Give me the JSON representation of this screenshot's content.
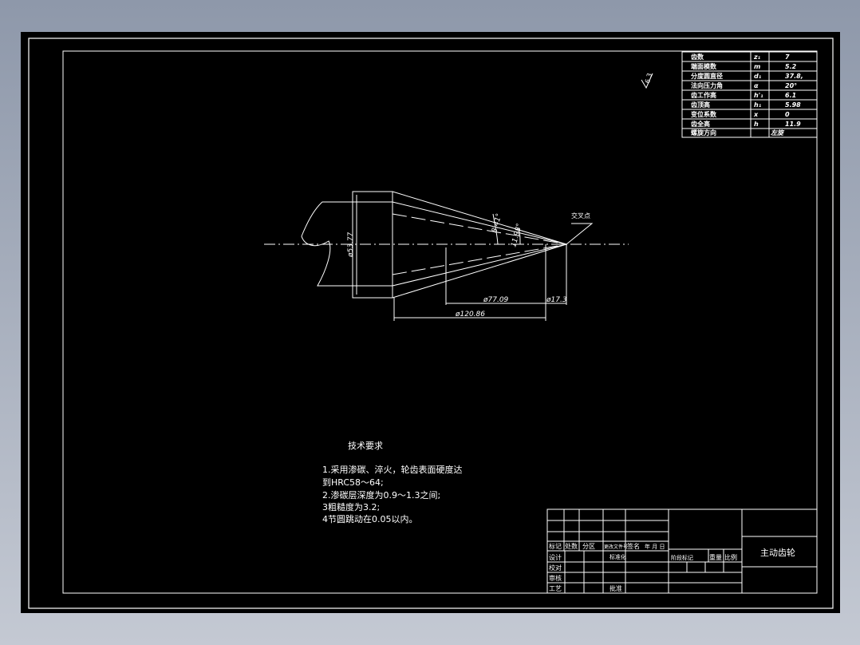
{
  "colors": {
    "background": "#000000",
    "lines": "#ffffff"
  },
  "param_table": {
    "rows": [
      {
        "name": "齿数",
        "symbol": "z₁",
        "value": "7"
      },
      {
        "name": "端面模数",
        "symbol": "m",
        "value": "5.2"
      },
      {
        "name": "分度圆直径",
        "symbol": "d₁",
        "value": "37.8,"
      },
      {
        "name": "法向压力角",
        "symbol": "α",
        "value": "20°"
      },
      {
        "name": "齿工作高",
        "symbol": "h'₁",
        "value": "6.1"
      },
      {
        "name": "齿顶高",
        "symbol": "h₁",
        "value": "5.98"
      },
      {
        "name": "变位系数",
        "symbol": "x",
        "value": "0"
      },
      {
        "name": "齿全高",
        "symbol": "h",
        "value": "11.9"
      },
      {
        "name": "螺旋方向",
        "symbol": "",
        "value": "左旋"
      }
    ]
  },
  "roughness_symbol": "6.3",
  "drawing": {
    "dimensions": {
      "bore_diameter": "ø53.77",
      "diameter_mid": "ø77.09",
      "diameter_outer": "ø120.86",
      "small_end": "ø17.3",
      "angle_1": "8.41°",
      "angle_2": "11.98°"
    },
    "intersection_label": "交叉点"
  },
  "tech_requirements": {
    "title": "技术要求",
    "lines": [
      "1.采用渗碳、淬火，轮齿表面硬度达",
      "到HRC58～64;",
      "2.渗碳层深度为0.9～1.3之间;",
      "3粗糙度为3.2;",
      "4节圆跳动在0.05以内。"
    ]
  },
  "title_block": {
    "part_name": "主动齿轮",
    "labels": {
      "mark": "标记",
      "count": "处数",
      "zone": "分区",
      "change_doc": "更改文件号",
      "signature": "签名",
      "date": "年 月 日",
      "design": "设计",
      "standardize": "标准化",
      "check": "校对",
      "review": "审核",
      "process": "工艺",
      "approve": "批准",
      "stage_mark": "阶段标记",
      "weight": "重量",
      "scale": "比例"
    }
  }
}
